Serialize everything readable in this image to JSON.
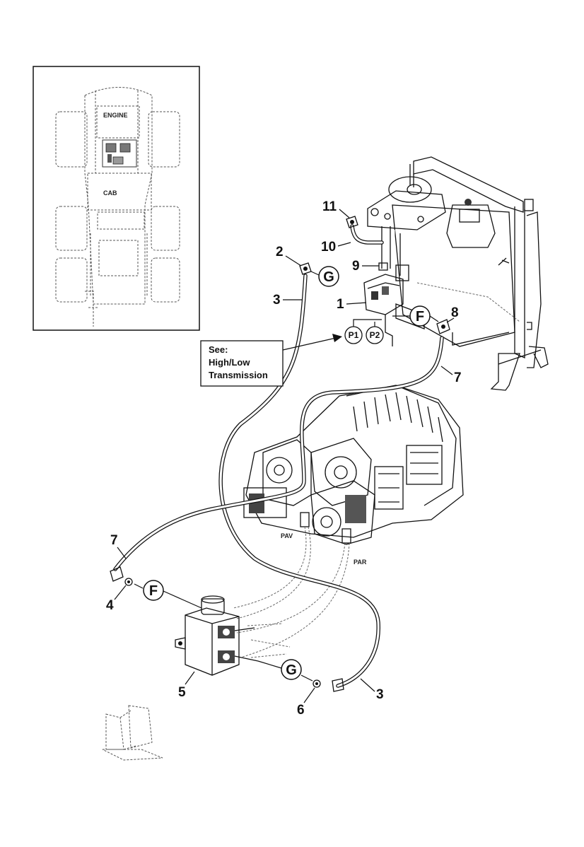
{
  "locator": {
    "engine_label": "ENGINE",
    "cab_label": "CAB"
  },
  "callouts": {
    "c1": "1",
    "c2": "2",
    "c3a": "3",
    "c3b": "3",
    "c4": "4",
    "c5": "5",
    "c6": "6",
    "c7a": "7",
    "c7b": "7",
    "c8": "8",
    "c9": "9",
    "c10": "10",
    "c11": "11"
  },
  "circled": {
    "g_top": "G",
    "f_top": "F",
    "p1": "P1",
    "p2": "P2",
    "f_bottom": "F",
    "g_bottom": "G"
  },
  "ports": {
    "pav": "PAV",
    "par": "PAR"
  },
  "note": {
    "line1": "See:",
    "line2": "High/Low",
    "line3": "Transmission"
  }
}
